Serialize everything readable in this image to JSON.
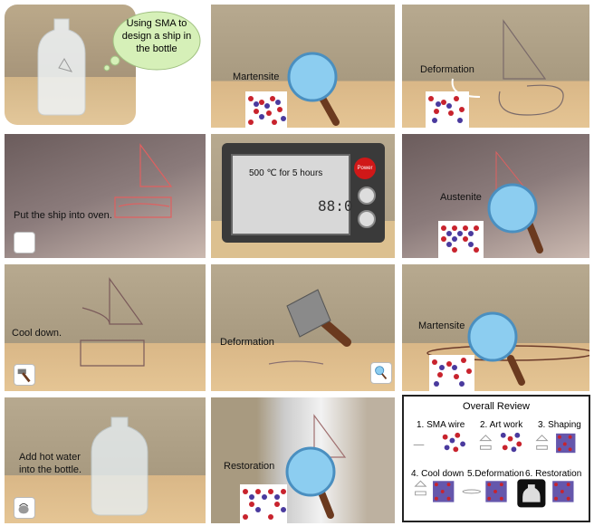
{
  "panels": {
    "p1": {
      "bubble": "Using SMA to design a ship in the bottle"
    },
    "p2": {
      "label": "Martensite"
    },
    "p3": {
      "label": "Deformation"
    },
    "p4": {
      "label": "Put the ship into oven."
    },
    "p5": {
      "oven_text": "500 ℃ for 5 hours",
      "power": "Power",
      "display": "88:0"
    },
    "p6": {
      "label": "Austenite"
    },
    "p7": {
      "label": "Cool down."
    },
    "p8": {
      "label": "Deformation"
    },
    "p9": {
      "label": "Martensite"
    },
    "p10": {
      "label_line1": "Add hot water",
      "label_line2": "into the bottle."
    },
    "p11": {
      "label": "Restoration"
    }
  },
  "review": {
    "title": "Overall Review",
    "steps": [
      "1. SMA wire",
      "2. Art work",
      "3. Shaping",
      "4. Cool down",
      "5.Deformation",
      "6. Restoration"
    ]
  },
  "colors": {
    "lens": "#8ccdf0",
    "atom_red": "#c8232d",
    "atom_purple": "#4a3a9e",
    "wire": "#c06060"
  }
}
